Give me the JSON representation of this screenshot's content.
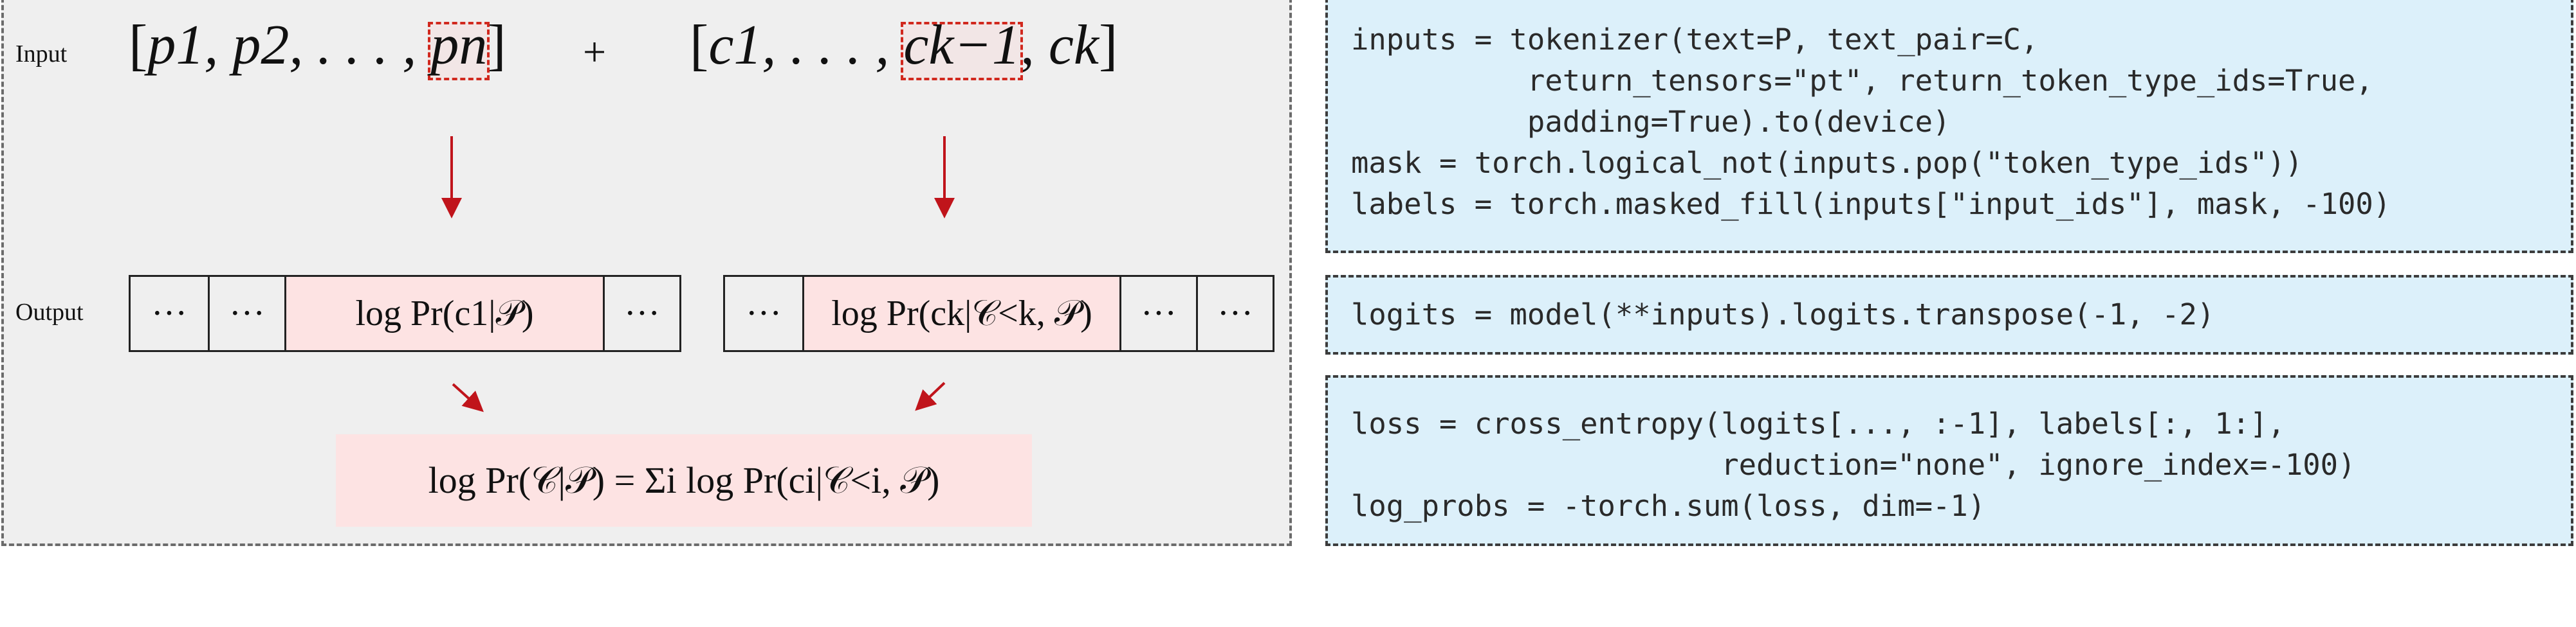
{
  "diagram": {
    "labels": {
      "input": "Input",
      "output": "Output"
    },
    "input_p": {
      "open": "[",
      "items": "p1, p2, . . . , ",
      "highlighted": "pn",
      "close": "]"
    },
    "plus": "+",
    "input_c": {
      "open": "[",
      "items": "c1, . . . , ",
      "highlighted": "ck−1",
      "tail": ", ck",
      "close": "]"
    },
    "output_left_cells": [
      "···",
      "···",
      "log Pr(c1|𝒫)",
      "···"
    ],
    "output_right_cells": [
      "···",
      "log Pr(ck|𝒞<k, 𝒫)",
      "···",
      "···"
    ],
    "sum_formula": "log Pr(𝒞|𝒫) = Σi log Pr(ci|𝒞<i, 𝒫)",
    "colors": {
      "arrow": "#c0141b",
      "highlight_border": "#d1281e",
      "pink_fill": "#fde3e3",
      "panel_bg": "#efefef",
      "code_bg": "#dcf0fa"
    }
  },
  "code_blocks": [
    {
      "lines": [
        "inputs = tokenizer(text=P, text_pair=C,",
        "          return_tensors=\"pt\", return_token_type_ids=True,",
        "          padding=True).to(device)",
        "mask = torch.logical_not(inputs.pop(\"token_type_ids\"))",
        "labels = torch.masked_fill(inputs[\"input_ids\"], mask, -100)"
      ]
    },
    {
      "lines": [
        "logits = model(**inputs).logits.transpose(-1, -2)"
      ]
    },
    {
      "lines": [
        "loss = cross_entropy(logits[..., :-1], labels[:, 1:],",
        "                     reduction=\"none\", ignore_index=-100)",
        "log_probs = -torch.sum(loss, dim=-1)"
      ]
    }
  ]
}
